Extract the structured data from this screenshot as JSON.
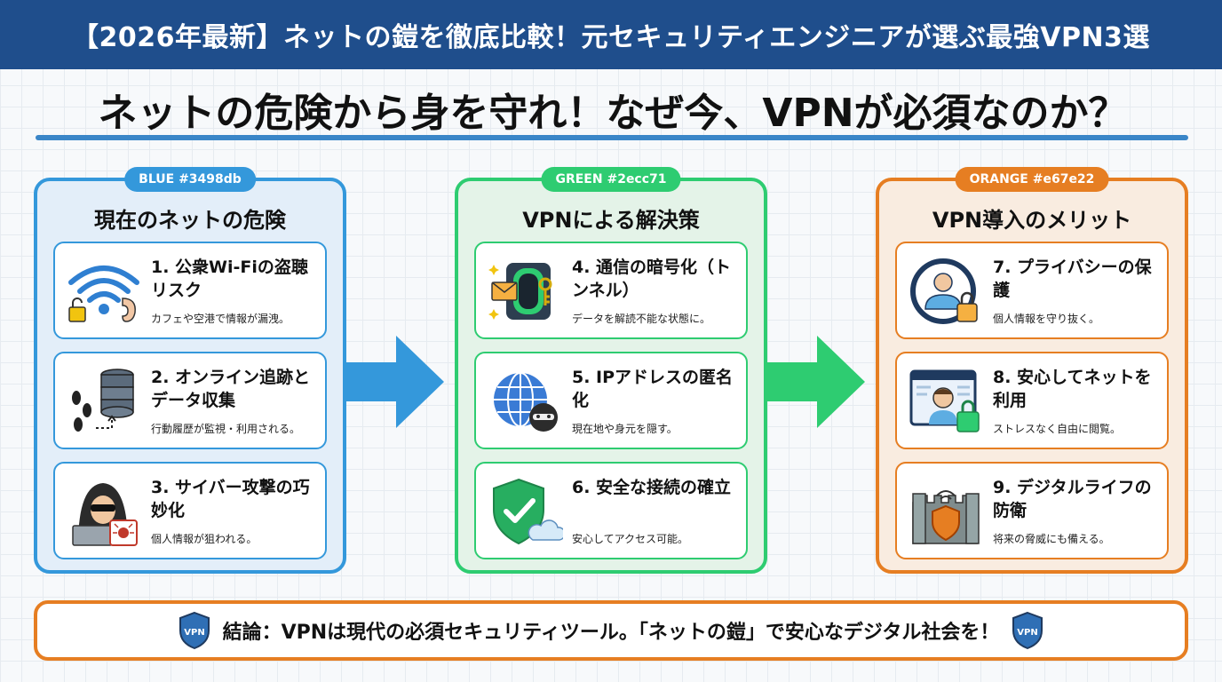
{
  "banner": {
    "title": "【2026年最新】ネットの鎧を徹底比較！元セキュリティエンジニアが選ぶ最強VPN3選"
  },
  "headline": "ネットの危険から身を守れ！なぜ今、VPNが必須なのか？",
  "colors": {
    "blue": "#3498db",
    "green": "#2ecc71",
    "orange": "#e67e22",
    "banner": "#1f4e8c"
  },
  "panels": [
    {
      "pill": "BLUE #3498db",
      "title": "現在のネットの危険",
      "cards": [
        {
          "icon": "wifi-eavesdrop-icon",
          "title": "1. 公衆Wi-Fiの盗聴リスク",
          "desc": "カフェや空港で情報が漏洩。"
        },
        {
          "icon": "tracking-database-icon",
          "title": "2. オンライン追跡とデータ収集",
          "desc": "行動履歴が監視・利用される。"
        },
        {
          "icon": "hacker-icon",
          "title": "3. サイバー攻撃の巧妙化",
          "desc": "個人情報が狙われる。"
        }
      ]
    },
    {
      "pill": "GREEN #2ecc71",
      "title": "VPNによる解決策",
      "cards": [
        {
          "icon": "encryption-tunnel-icon",
          "title": "4. 通信の暗号化（トンネル）",
          "desc": "データを解読不能な状態に。"
        },
        {
          "icon": "anonymous-globe-icon",
          "title": "5. IPアドレスの匿名化",
          "desc": "現在地や身元を隠す。"
        },
        {
          "icon": "shield-check-icon",
          "title": "6. 安全な接続の確立",
          "desc": "安心してアクセス可能。"
        }
      ]
    },
    {
      "pill": "ORANGE #e67e22",
      "title": "VPN導入のメリット",
      "cards": [
        {
          "icon": "privacy-user-icon",
          "title": "7. プライバシーの保護",
          "desc": "個人情報を守り抜く。"
        },
        {
          "icon": "safe-browsing-icon",
          "title": "8. 安心してネットを利用",
          "desc": "ストレスなく自由に閲覧。"
        },
        {
          "icon": "castle-shield-icon",
          "title": "9. デジタルライフの防衛",
          "desc": "将来の脅威にも備える。"
        }
      ]
    }
  ],
  "conclusion": {
    "text": "結論：VPNは現代の必須セキュリティツール。「ネットの鎧」で安心なデジタル社会を！",
    "badge_label": "VPN"
  }
}
